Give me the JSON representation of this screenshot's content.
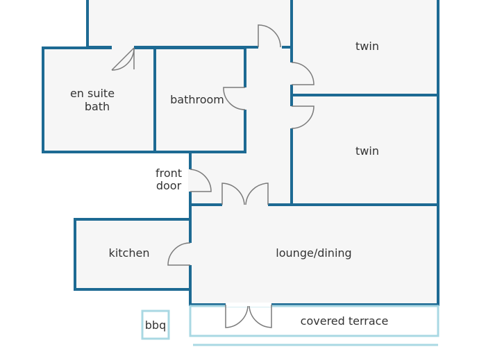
{
  "colors": {
    "wall": "#1d6a93",
    "floor": "#f6f6f6",
    "terrace_outline": "#a9d8e3",
    "label": "#333333",
    "door": "#7a7a7a"
  },
  "rooms": {
    "twin_top": "twin",
    "twin_bottom": "twin",
    "en_suite_line1": "en suite",
    "en_suite_line2": "bath",
    "bathroom": "bathroom",
    "front_door_line1": "front",
    "front_door_line2": "door",
    "kitchen": "kitchen",
    "lounge": "lounge/dining",
    "bbq": "bbq",
    "terrace": "covered terrace"
  }
}
